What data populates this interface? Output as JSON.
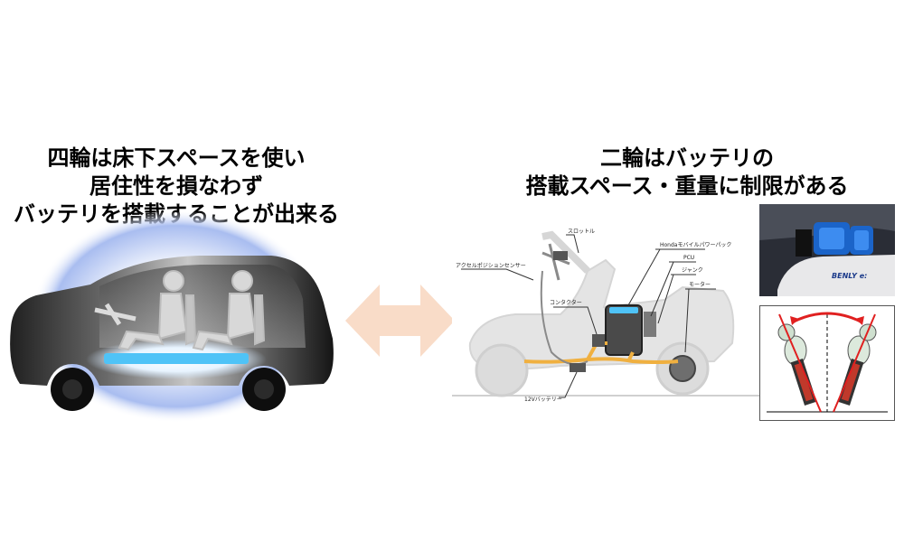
{
  "left_caption": {
    "lines": [
      "四輪は床下スペースを使い",
      "居住性を損なわず",
      "バッテリを搭載することが出来る"
    ]
  },
  "right_caption": {
    "lines": [
      "二輪はバッテリの",
      "搭載スペース・重量に制限がある"
    ]
  },
  "scooter_labels": {
    "throttle": "スロットル",
    "accel_sensor": "アクセルポジションセンサー",
    "battery_pack": "Hondaモバイルパワーパック",
    "pcu": "PCU",
    "junction": "ジャンク",
    "motor": "モーター",
    "contactor": "コンタクター",
    "battery_12v": "12Vバッテリー"
  },
  "colors": {
    "car_dark": "#1a1a1a",
    "battery_blue": "#4fc3f7",
    "glow_blue": "#9bb3ef",
    "arrow": "#f9dcc8",
    "harness": "#f0b040",
    "lean_line": "#e02020"
  }
}
